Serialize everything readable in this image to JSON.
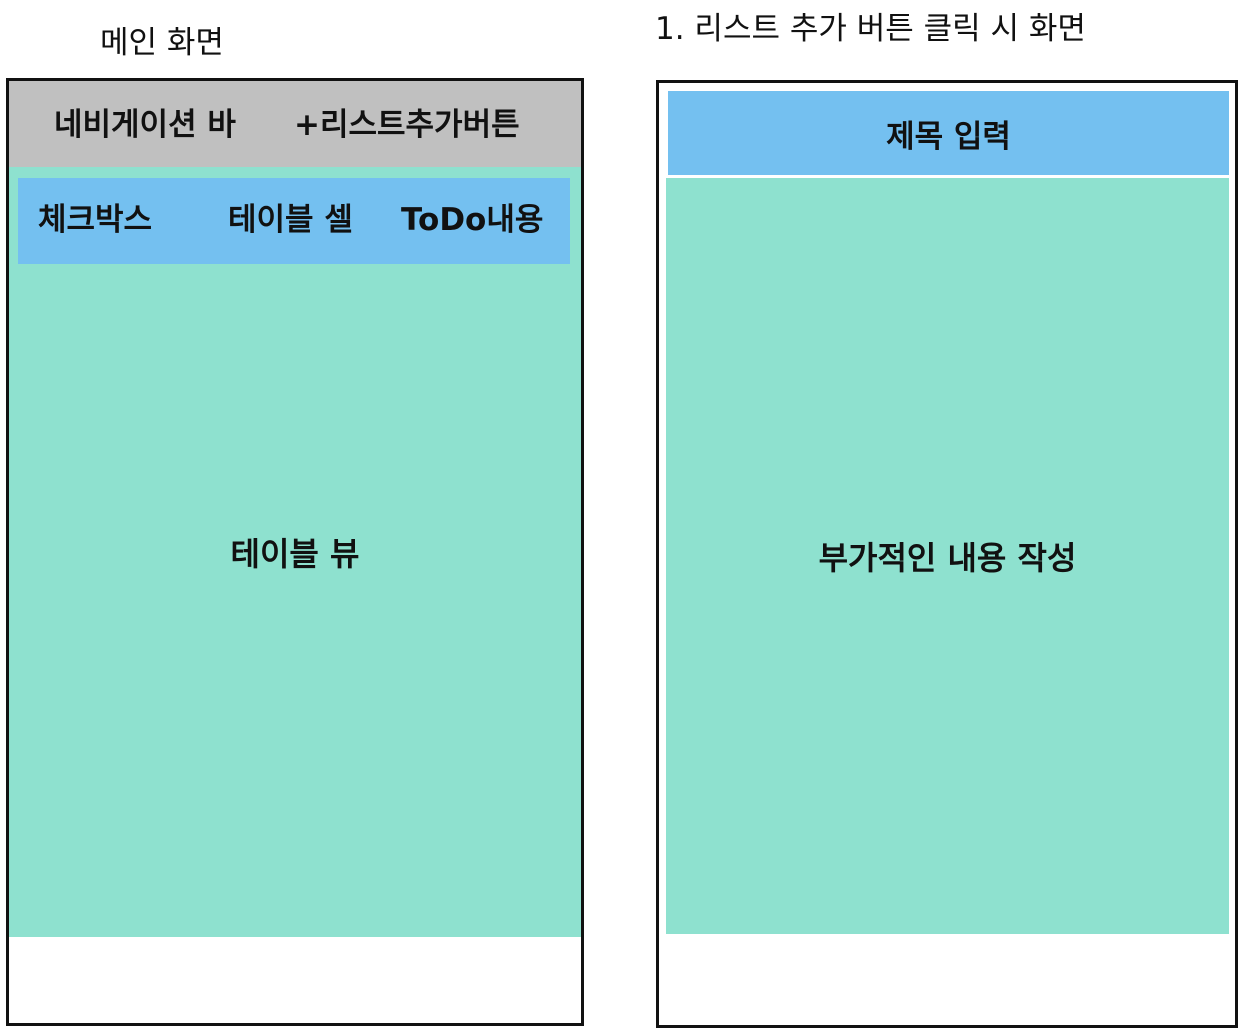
{
  "main_screen": {
    "caption": "메인 화면",
    "navbar": {
      "label": "네비게이션 바",
      "add_button_label": "+리스트추가버튼"
    },
    "table_cell": {
      "checkbox_label": "체크박스",
      "cell_label": "테이블 셀",
      "content_label": "ToDo내용"
    },
    "table_view_label": "테이블 뷰"
  },
  "add_screen": {
    "caption": "1. 리스트 추가 버튼 클릭 시 화면",
    "title_input_label": "제목 입력",
    "content_area_label": "부가적인 내용 작성"
  },
  "colors": {
    "navbar": "#c0c0c0",
    "table_view": "#8ee1cf",
    "highlight": "#74c0f0"
  }
}
